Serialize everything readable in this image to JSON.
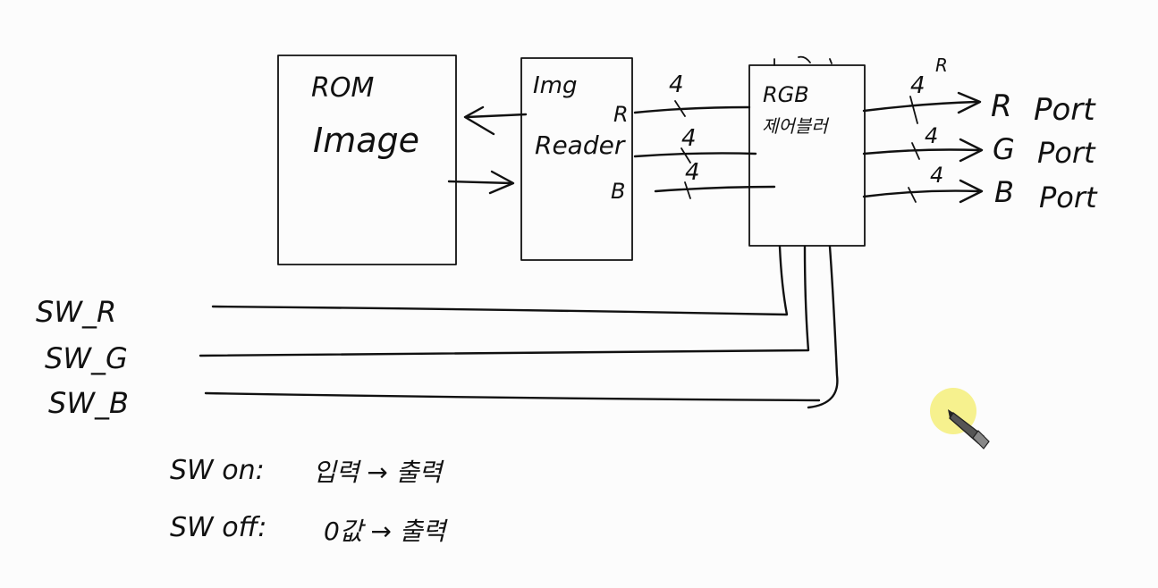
{
  "rom": {
    "line1": "ROM",
    "line2": "Image"
  },
  "reader": {
    "line1": "Img",
    "line2": "Reader",
    "port_r": "R",
    "port_b": "B"
  },
  "controller": {
    "line1": "RGB",
    "line2": "제어블러"
  },
  "bus_width": {
    "r_in": "4",
    "g_in": "4",
    "b_in": "4",
    "r_out": "4",
    "g_out": "4",
    "b_out": "4"
  },
  "top_mark": "R",
  "outputs": [
    {
      "letter": "R",
      "label": "Port"
    },
    {
      "letter": "G",
      "label": "Port"
    },
    {
      "letter": "B",
      "label": "Port"
    }
  ],
  "switches": [
    "SW_R",
    "SW_G",
    "SW_B"
  ],
  "notes": {
    "on_key": "SW on:",
    "on_value": "입력 → 출력",
    "off_key": "SW off:",
    "off_value": "0값 → 출력"
  },
  "colors": {
    "ink": "#111111",
    "cursor_glow": "#f4ee7a"
  }
}
